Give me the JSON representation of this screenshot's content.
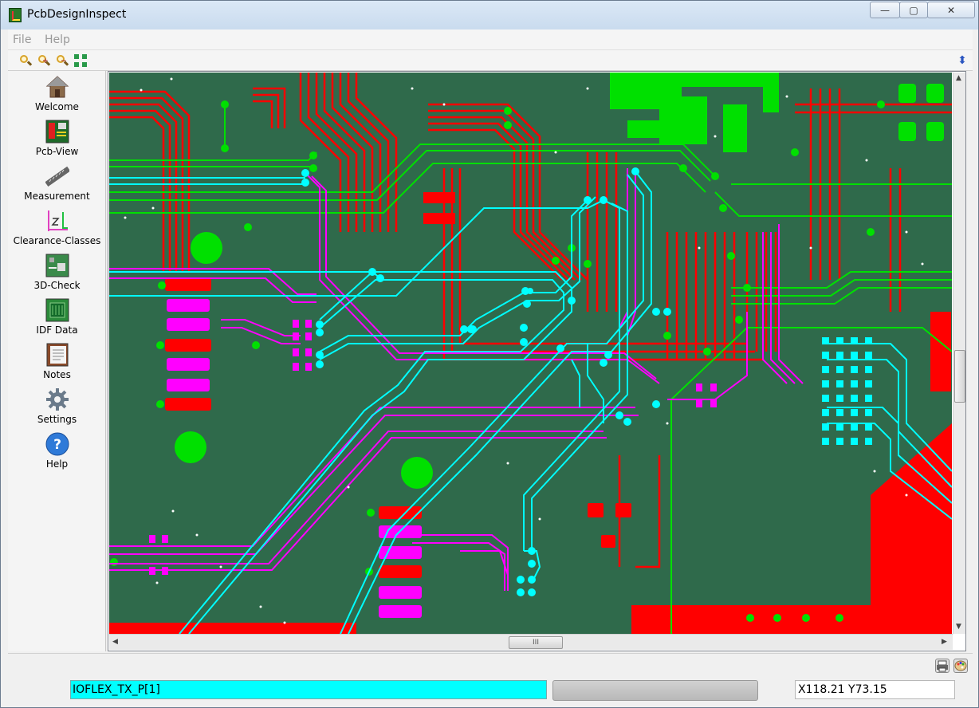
{
  "window": {
    "title": "PcbDesignInspect",
    "minimize_symbol": "—",
    "maximize_symbol": "▢",
    "close_symbol": "✕"
  },
  "menu": {
    "items": [
      "File",
      "Help"
    ]
  },
  "toolbar": {
    "tools": [
      {
        "icon": "zoom-icon"
      },
      {
        "icon": "zoom-in-icon"
      },
      {
        "icon": "zoom-out-icon"
      },
      {
        "icon": "zoom-fit-icon"
      }
    ],
    "collapse_symbol": "⬍"
  },
  "sidebar": {
    "items": [
      {
        "label": "Welcome",
        "icon": "home-icon"
      },
      {
        "label": "Pcb-View",
        "icon": "pcb-view-icon"
      },
      {
        "label": "Measurement",
        "icon": "ruler-icon"
      },
      {
        "label": "Clearance-Classes",
        "icon": "clearance-icon"
      },
      {
        "label": "3D-Check",
        "icon": "3d-check-icon"
      },
      {
        "label": "IDF Data",
        "icon": "idf-data-icon"
      },
      {
        "label": "Notes",
        "icon": "notes-icon"
      },
      {
        "label": "Settings",
        "icon": "gear-icon"
      },
      {
        "label": "Help",
        "icon": "help-icon"
      }
    ]
  },
  "scroll": {
    "thumb_grip": "III",
    "up": "▲",
    "down": "▼",
    "left": "◀",
    "right": "▶"
  },
  "status": {
    "net_name": "IOFLEX_TX_P[1]",
    "coordinates": "X118.21 Y73.15",
    "progress": 0,
    "icons": [
      "print-icon",
      "palette-icon"
    ]
  },
  "colors": {
    "board": "#2f6a4b",
    "copper_top": "#ff0000",
    "copper_green": "#00e000",
    "highlight_net": "#00ffff",
    "magenta_net": "#ff00ff"
  }
}
